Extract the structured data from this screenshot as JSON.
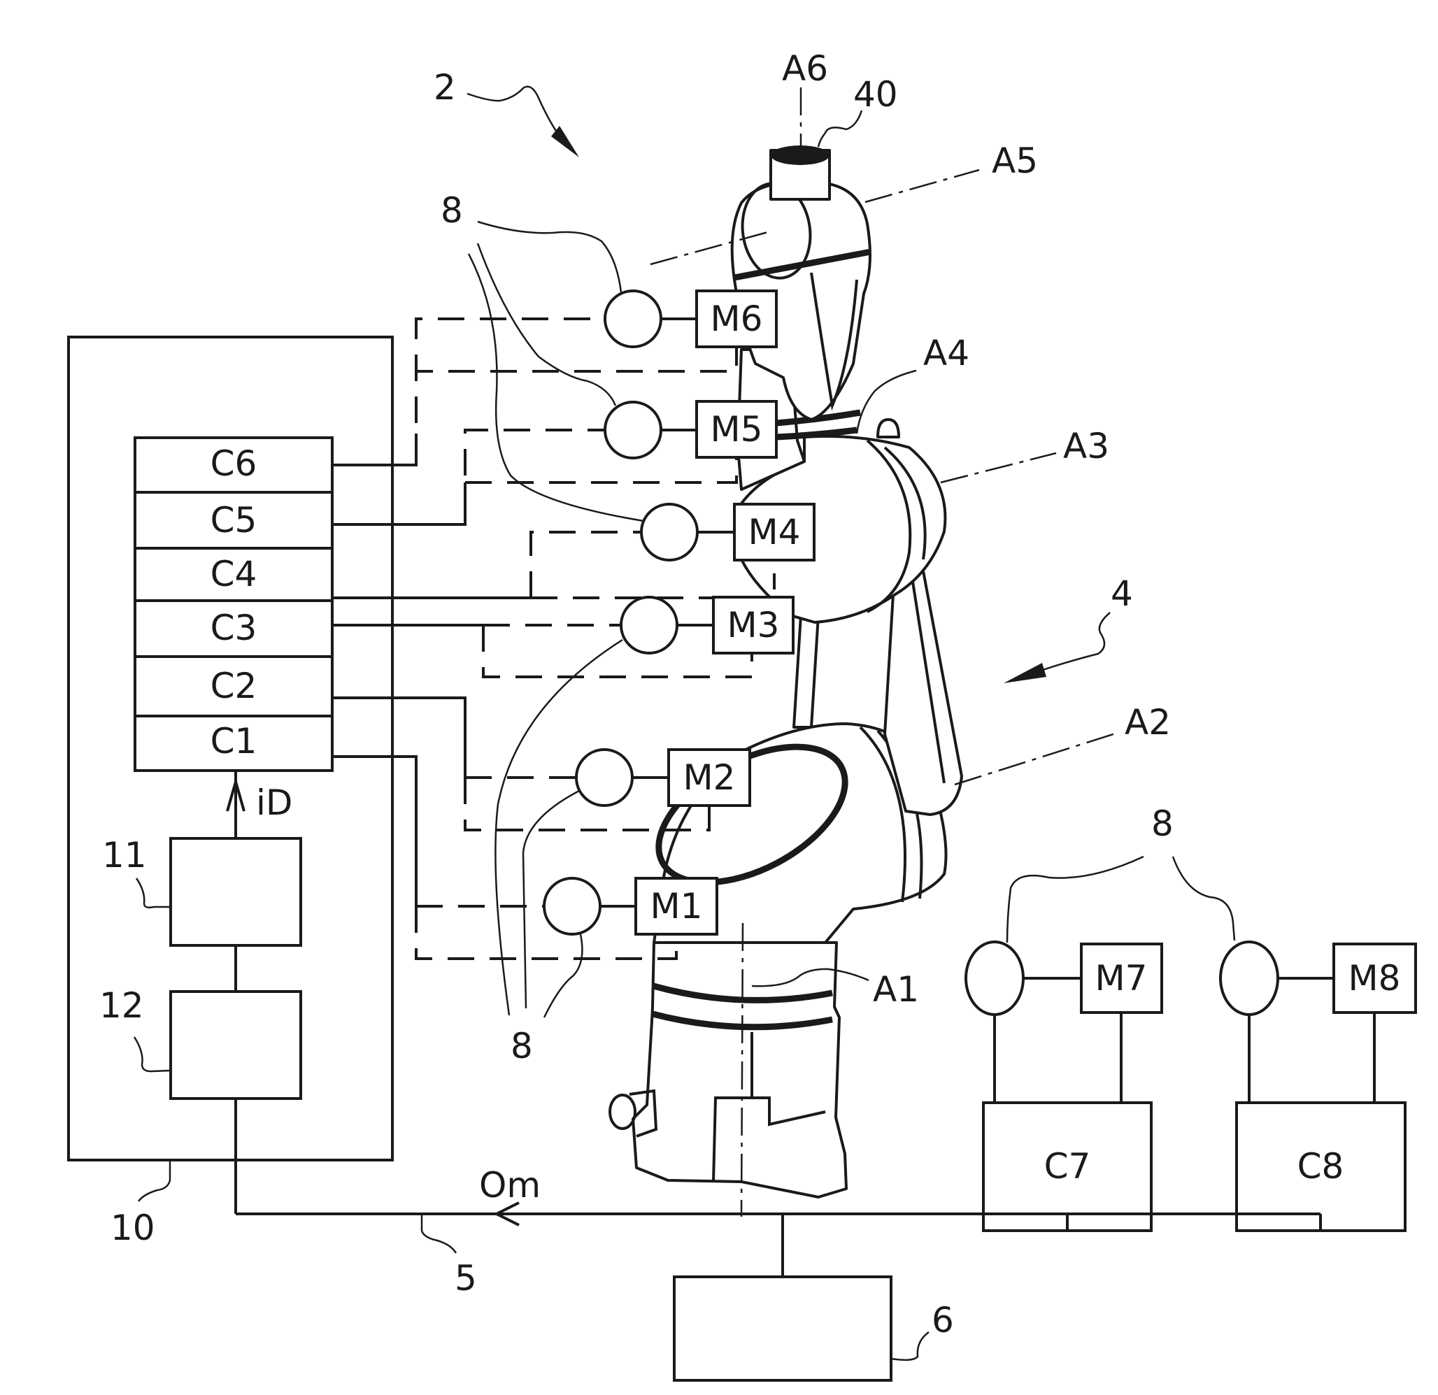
{
  "figure": {
    "type": "patent-drawing",
    "description": "Robot system block diagram with six-axis robot arm, joint controllers, motors, sensors and communication bus"
  },
  "reference_labels": {
    "system": "2",
    "robot_arm": "4",
    "bus": "5",
    "external_unit": "6",
    "sensor": "8",
    "control_unit": "10",
    "block_11": "11",
    "block_12": "12",
    "tool_flange": "40",
    "signal_id": "iD",
    "signal_om": "Om"
  },
  "axes": [
    "A1",
    "A2",
    "A3",
    "A4",
    "A5",
    "A6"
  ],
  "controllers": [
    {
      "id": "C6",
      "motor": "M6"
    },
    {
      "id": "C5",
      "motor": "M5"
    },
    {
      "id": "C4",
      "motor": "M4"
    },
    {
      "id": "C3",
      "motor": "M3"
    },
    {
      "id": "C2",
      "motor": "M2"
    },
    {
      "id": "C1",
      "motor": "M1"
    }
  ],
  "external_axes": [
    {
      "controller": "C7",
      "motor": "M7"
    },
    {
      "controller": "C8",
      "motor": "M8"
    }
  ],
  "colors": {
    "ink": "#1a1a1a",
    "paper": "#ffffff"
  }
}
